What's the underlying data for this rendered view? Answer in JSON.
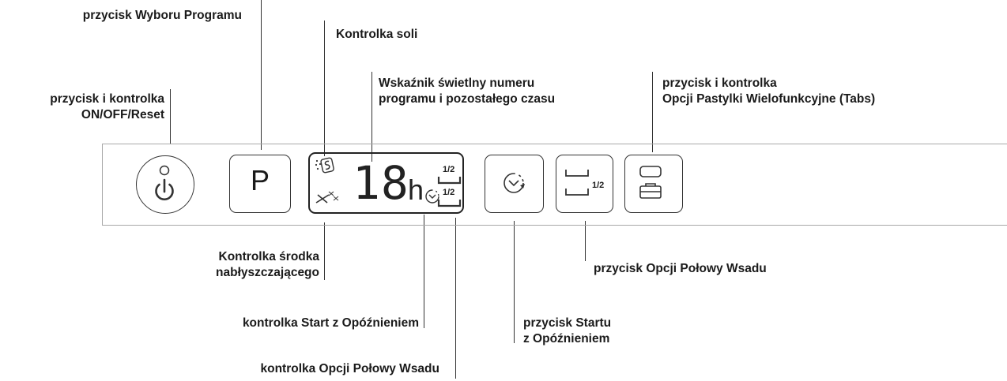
{
  "labels": {
    "program_button": "przycisk Wyboru Programu",
    "salt_indicator": "Kontrolka soli",
    "display": [
      "Wskaźnik świetlny numeru",
      "programu i pozostałego czasu"
    ],
    "power_button": [
      "przycisk i kontrolka",
      "ON/OFF/Reset"
    ],
    "tabs_button": [
      "przycisk i kontrolka",
      "Opcji Pastylki Wielofunkcyjne (Tabs)"
    ],
    "rinse_aid_indicator": [
      "Kontrolka środka",
      "nabłyszczającego"
    ],
    "half_load_button": "przycisk Opcji Połowy Wsadu",
    "delay_start_indicator": "kontrolka Start z Opóźnieniem",
    "delay_start_button": [
      "przycisk Startu",
      "z Opóźnieniem"
    ],
    "half_load_indicator": "kontrolka Opcji Połowy Wsadu"
  },
  "panel": {
    "program_letter": "P",
    "display_digits": "18",
    "display_unit": "h",
    "half_fraction": "1/2"
  },
  "icons": [
    "power-icon",
    "salt-icon",
    "rinse-aid-icon",
    "delay-clock-icon",
    "half-load-icon",
    "tabs-icon"
  ]
}
